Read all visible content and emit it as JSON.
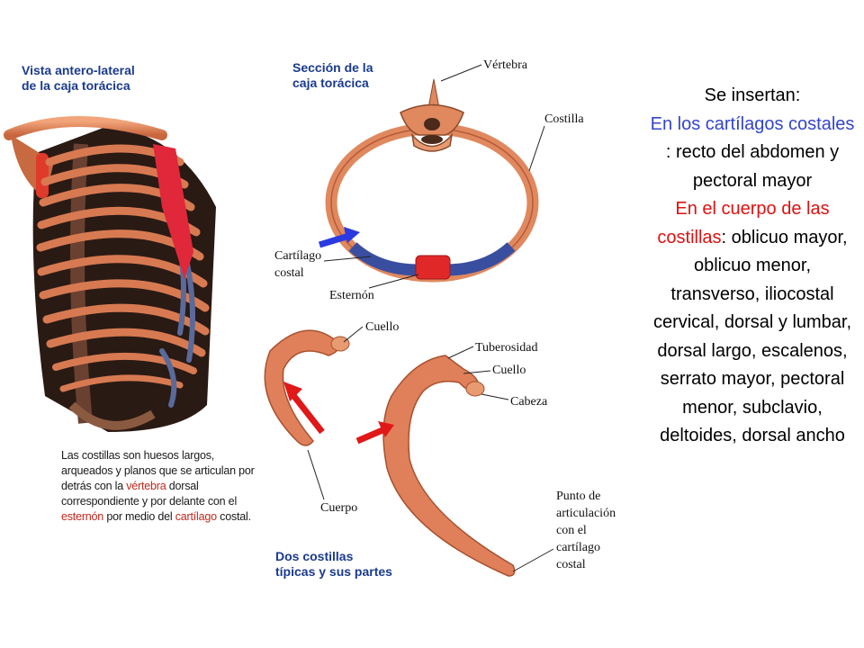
{
  "left_panel": {
    "title_line1": "Vista antero-lateral",
    "title_line2": "de la caja torácica",
    "description": {
      "part1": "Las costillas son huesos largos, arqueados y planos que se articulan por detrás con la ",
      "link1": "vértebra",
      "part2": " dorsal correspondiente y por delante con el ",
      "link2": "esternón",
      "part3": " por medio del ",
      "link3": "cartílago",
      "part4": " costal."
    }
  },
  "section_panel": {
    "title_line1": "Sección de la",
    "title_line2": "caja torácica",
    "labels": {
      "vertebra": "Vértebra",
      "costilla": "Costilla",
      "cartilago_line1": "Cartílago",
      "cartilago_line2": "costal",
      "esternon": "Esternón"
    }
  },
  "ribs_panel": {
    "title_line1": "Dos costillas",
    "title_line2": "típicas y sus partes",
    "labels": {
      "cuello_left": "Cuello",
      "tuberosidad": "Tuberosidad",
      "cuello_right": "Cuello",
      "cabeza": "Cabeza",
      "cuerpo": "Cuerpo",
      "punto_line1": "Punto de",
      "punto_line2": "articulación",
      "punto_line3": "con el",
      "punto_line4": "cartílago",
      "punto_line5": "costal"
    }
  },
  "side_text": {
    "intro": "Se insertan:",
    "blue_part": "En los cartílagos costales",
    "blue_rest": " : recto del abdomen y pectoral mayor",
    "red_part": "En el cuerpo de las costillas",
    "red_rest": ": oblicuo mayor, oblicuo menor, transverso, iliocostal cervical, dorsal y lumbar, dorsal largo, escalenos, serrato mayor, pectoral menor, subclavio, deltoides, dorsal ancho"
  },
  "colors": {
    "bone": "#e0805a",
    "bone_dark": "#b85a3a",
    "cartilage": "#3a4ea0",
    "sternum": "#e02828",
    "heading_blue": "#1a3a8f",
    "arrow_blue": "#2a3ae0",
    "arrow_red": "#e01818",
    "text_blue": "#3344cc",
    "text_red": "#dd1111"
  }
}
